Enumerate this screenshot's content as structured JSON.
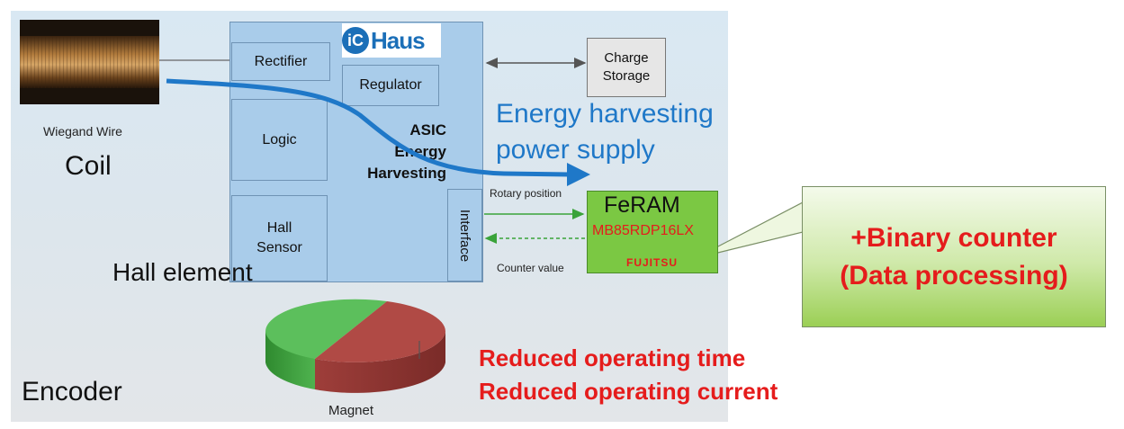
{
  "labels": {
    "wiegand_wire": "Wiegand Wire",
    "coil": "Coil",
    "rectifier": "Rectifier",
    "regulator": "Regulator",
    "logic": "Logic",
    "asic_line1": "ASIC",
    "asic_line2": "Energy",
    "asic_line3": "Harvesting",
    "hall_sensor_line1": "Hall",
    "hall_sensor_line2": "Sensor",
    "interface": "Interface",
    "hall_element": "Hall element",
    "charge_line1": "Charge",
    "charge_line2": "Storage",
    "energy_line1": "Energy harvesting",
    "energy_line2": "power supply",
    "rotary_position": "Rotary position",
    "counter_value": "Counter value",
    "feram": "FeRAM",
    "feram_part": "MB85RDP16LX",
    "fujitsu": "FUJITSU",
    "callout_line1": "+Binary counter",
    "callout_line2": "(Data processing)",
    "reduced_time": "Reduced operating time",
    "reduced_current": "Reduced operating current",
    "encoder": "Encoder",
    "magnet": "Magnet",
    "ic_haus_ic": "iC",
    "ic_haus_text": "Haus"
  },
  "colors": {
    "blue_text": "#1f78c8",
    "red_text": "#e51c1c",
    "asic_fill": "#a9ccea",
    "feram_fill": "#7bc843"
  }
}
